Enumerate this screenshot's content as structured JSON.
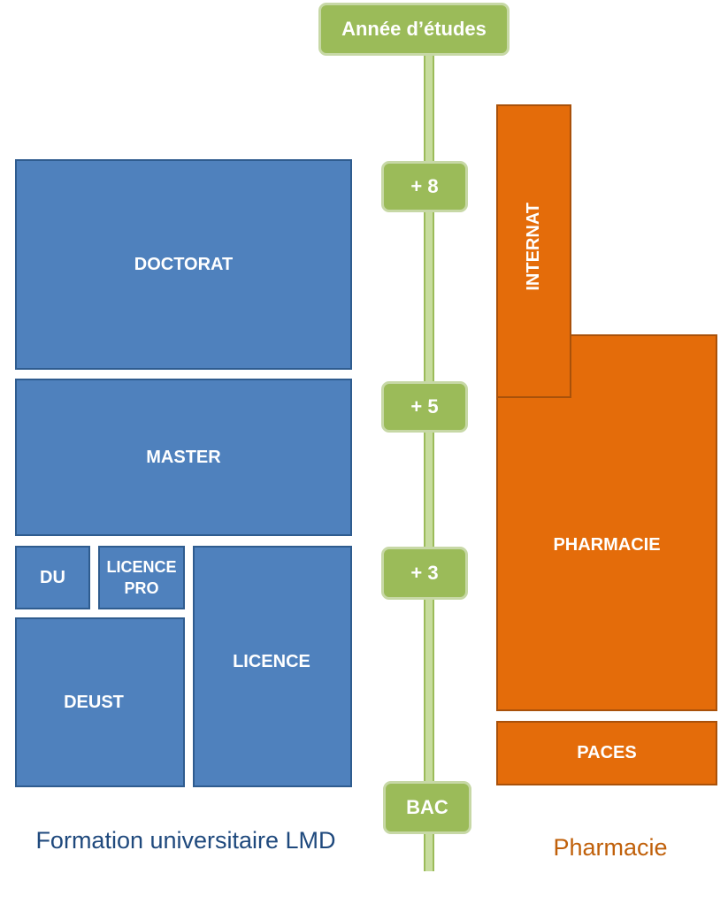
{
  "timeline": {
    "header": "Année d’études",
    "marks": {
      "plus8": "+ 8",
      "plus5": "+ 5",
      "plus3": "+ 3",
      "bac": "BAC"
    }
  },
  "lmd": {
    "doctorat": "DOCTORAT",
    "master": "MASTER",
    "du": "DU",
    "licence_pro": "LICENCE PRO",
    "licence": "LICENCE",
    "deust": "DEUST",
    "caption": "Formation universitaire LMD"
  },
  "pharmacie": {
    "internat": "INTERNAT",
    "pharmacie": "PHARMACIE",
    "paces": "PACES",
    "caption": "Pharmacie"
  },
  "colors": {
    "lmd_block": "#4f81bd",
    "pharmacie_block": "#e46c0a",
    "timeline_green": "#9bbb59",
    "lmd_caption": "#1f497d",
    "pharmacie_caption": "#c0600a"
  }
}
